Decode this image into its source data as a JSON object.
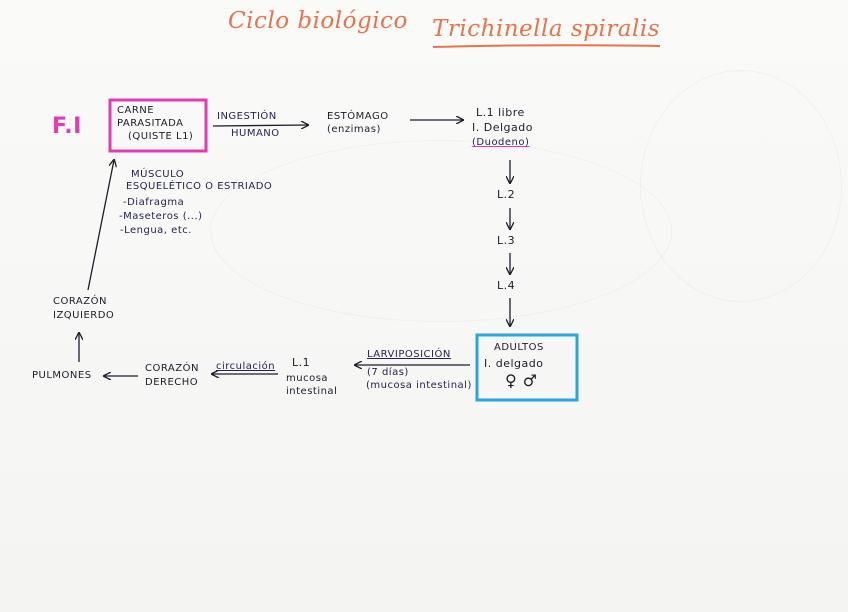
{
  "title": {
    "part1": "Ciclo biológico",
    "part2": "Trichinella spiralis"
  },
  "fi_label": "F.I",
  "host": {
    "line1": "CARNE",
    "line2": "PARASITADA",
    "line3": "(QUISTE L1)"
  },
  "ingestion": {
    "top": "INGESTIÓN",
    "bottom": "HUMANO"
  },
  "stomach": {
    "line1": "ESTÓMAGO",
    "line2": "(enzimas)"
  },
  "l1_free": {
    "line1": "L.1 libre",
    "line2": "I. Delgado",
    "line3": "(Duodeno)"
  },
  "stages": [
    "L.2",
    "L.3",
    "L.4"
  ],
  "adults": {
    "line1": "ADULTOS",
    "line2": "I. delgado",
    "symbols": "♀ ♂"
  },
  "larviposition": {
    "line1": "LARVIPOSICIÓN",
    "line2": "(7 días)",
    "line3": "(mucosa intestinal)"
  },
  "l1_mucosa": {
    "line1": "L.1",
    "line2": "mucosa",
    "line3": "intestinal"
  },
  "circulation": "circulación",
  "right_heart": {
    "line1": "CORAZÓN",
    "line2": "DERECHO"
  },
  "lungs": "PULMONES",
  "left_heart": {
    "line1": "CORAZÓN",
    "line2": "IZQUIERDO"
  },
  "muscle": {
    "line1": "MÚSCULO",
    "line2": "ESQUELÉTICO O ESTRIADO",
    "items": [
      "-Diafragma",
      "-Maseteros (...)",
      "-Lengua, etc."
    ]
  },
  "colors": {
    "title": "#e8734b",
    "fi": "#e33bb0",
    "host_box": "#e33bb0",
    "adults_box": "#2aa6db",
    "ink": "#1d1d2a",
    "ink_blue": "#23235a"
  }
}
